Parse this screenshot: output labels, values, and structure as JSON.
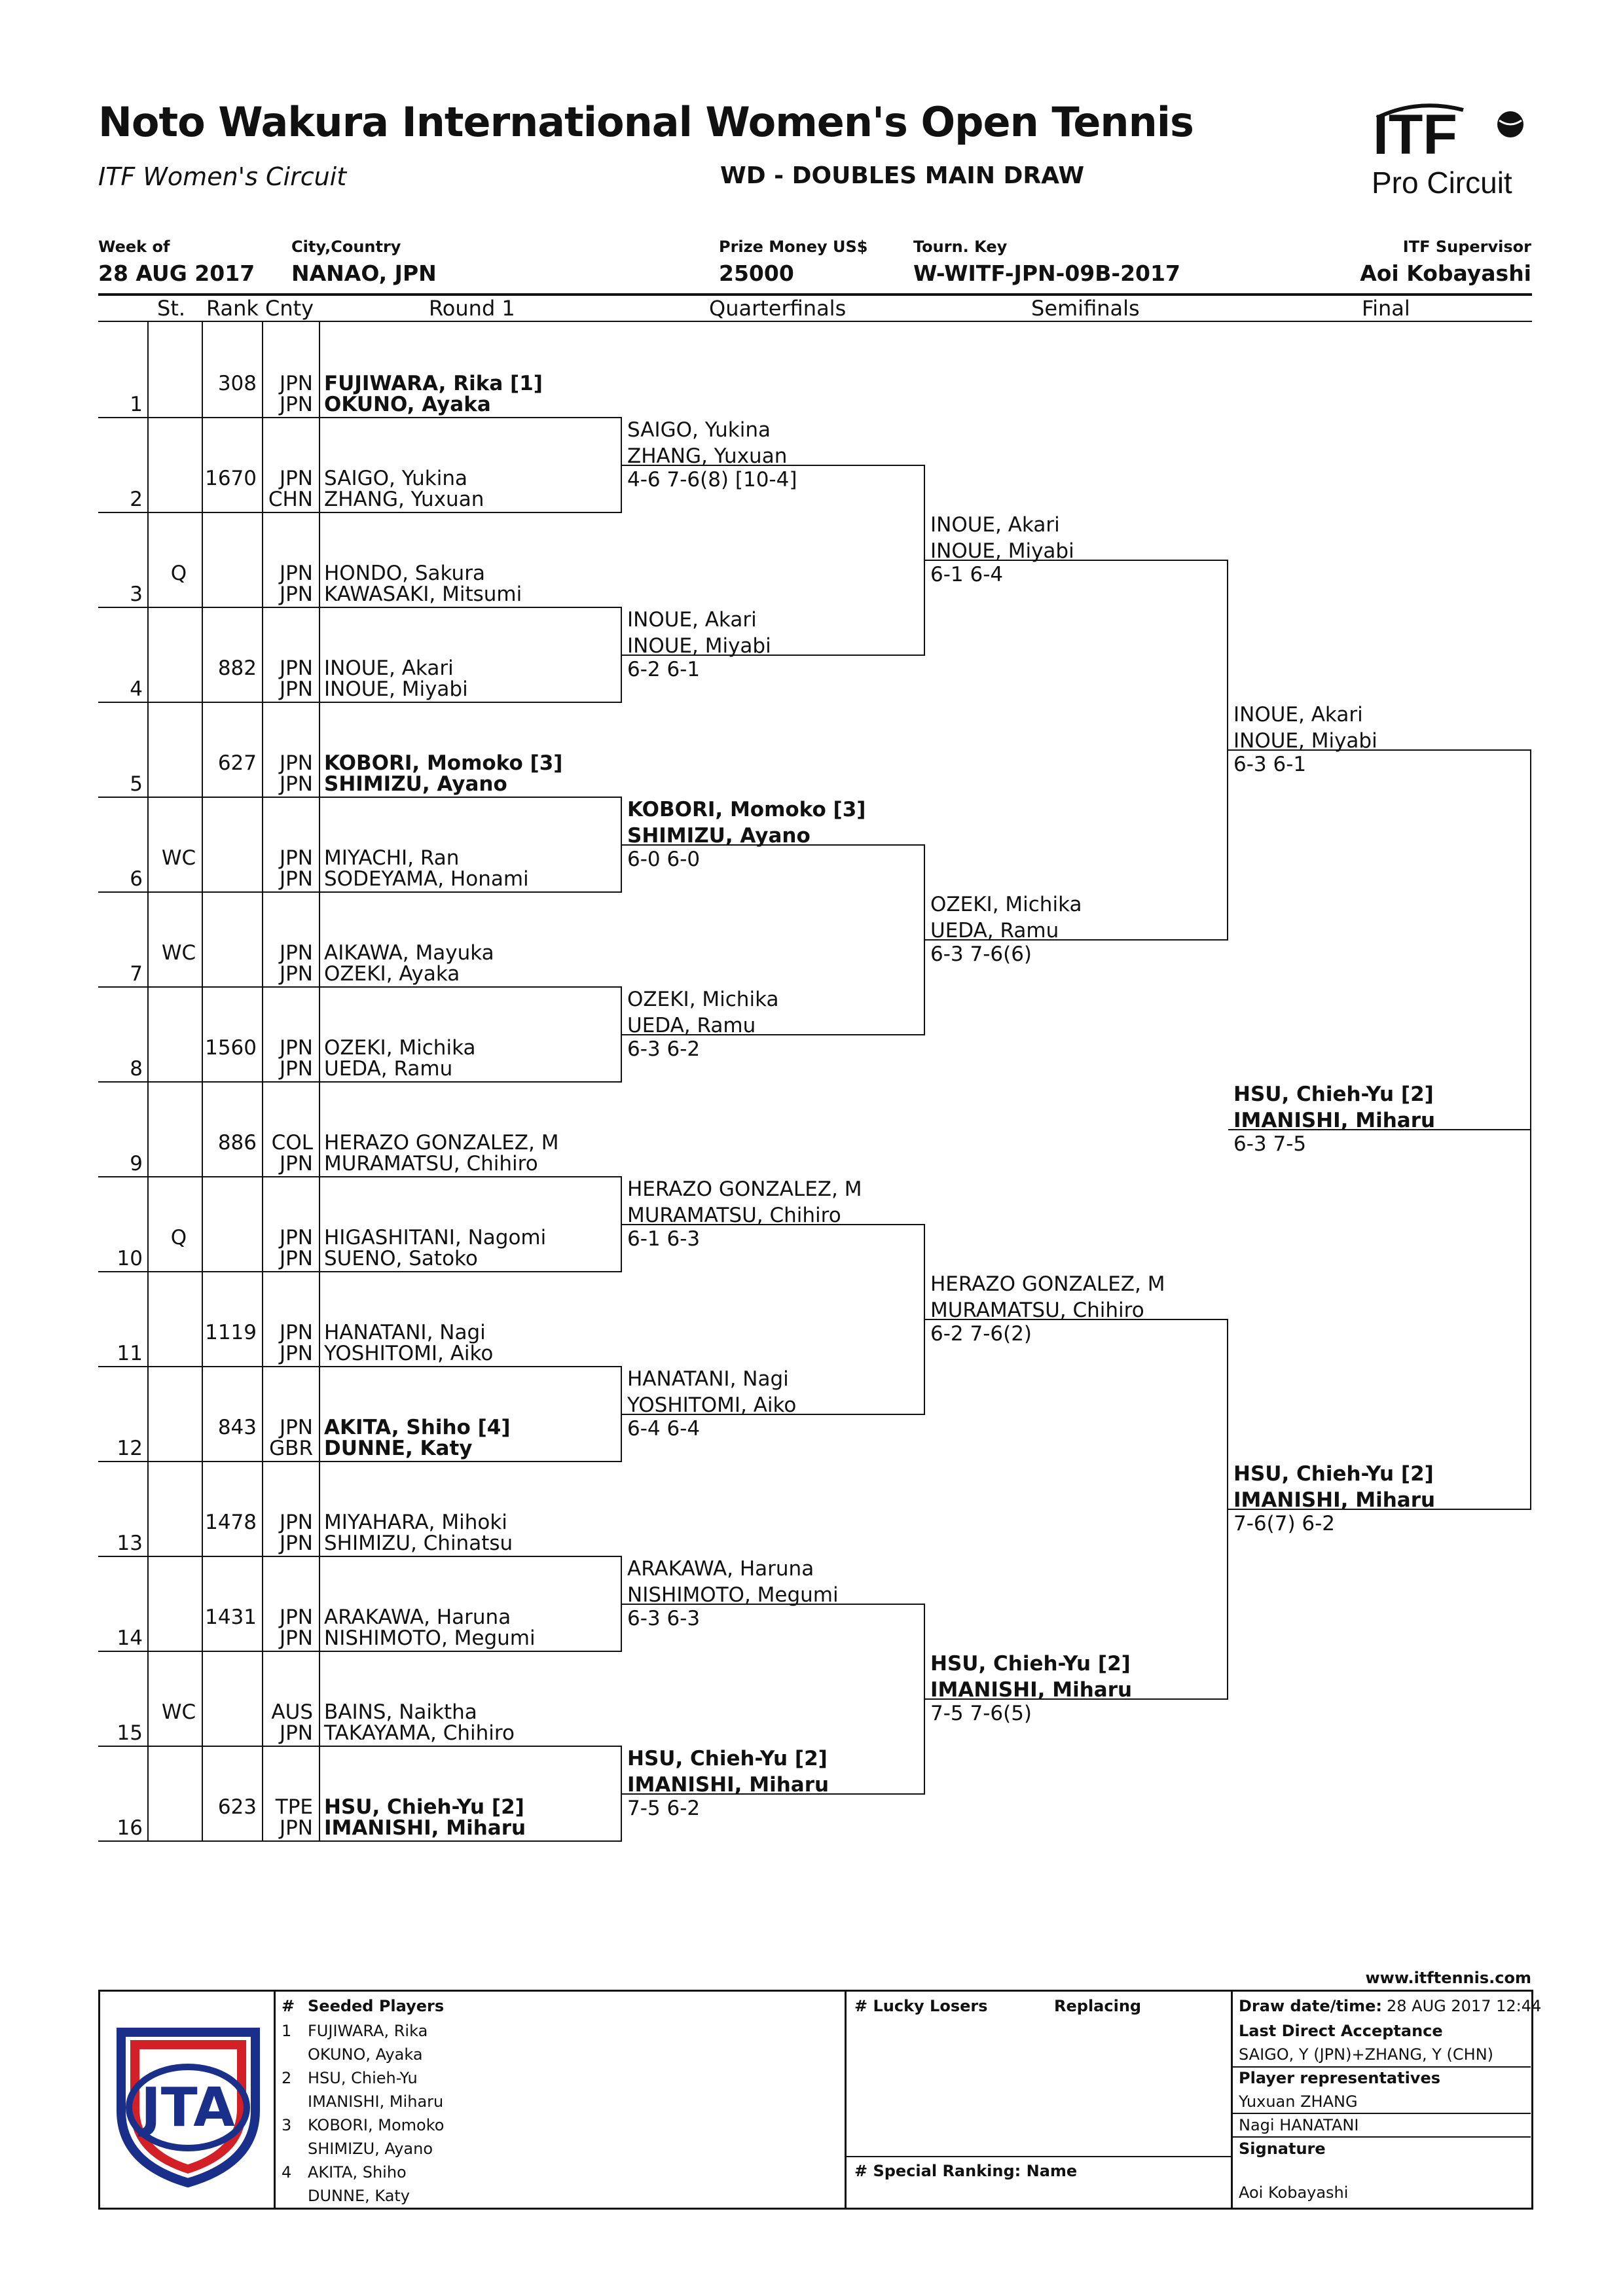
{
  "header": {
    "title": "Noto Wakura International Women's Open Tennis",
    "circuit": "ITF Women's Circuit",
    "draw_type": "WD - DOUBLES MAIN DRAW",
    "logo_top": "ITF",
    "logo_bottom": "Pro Circuit",
    "week_label": "Week of",
    "week_value": "28 AUG 2017",
    "city_label": "City,Country",
    "city_value": "NANAO, JPN",
    "prize_label": "Prize Money US$",
    "prize_value": "25000",
    "key_label": "Tourn. Key",
    "key_value": "W-WITF-JPN-09B-2017",
    "supervisor_label": "ITF Supervisor",
    "supervisor_value": "Aoi Kobayashi"
  },
  "columns": {
    "st": "St.",
    "rank": "Rank",
    "cnty": "Cnty",
    "round1": "Round 1",
    "qf": "Quarterfinals",
    "sf": "Semifinals",
    "final": "Final"
  },
  "draw": [
    {
      "line": "1",
      "status": "",
      "rank": "308",
      "cnty1": "JPN",
      "cnty2": "JPN",
      "p1": "FUJIWARA, Rika [1]",
      "p2": "OKUNO, Ayaka",
      "seeded": true
    },
    {
      "line": "2",
      "status": "",
      "rank": "1670",
      "cnty1": "JPN",
      "cnty2": "CHN",
      "p1": "SAIGO, Yukina",
      "p2": "ZHANG, Yuxuan",
      "seeded": false
    },
    {
      "line": "3",
      "status": "Q",
      "rank": "",
      "cnty1": "JPN",
      "cnty2": "JPN",
      "p1": "HONDO, Sakura",
      "p2": "KAWASAKI, Mitsumi",
      "seeded": false
    },
    {
      "line": "4",
      "status": "",
      "rank": "882",
      "cnty1": "JPN",
      "cnty2": "JPN",
      "p1": "INOUE, Akari",
      "p2": "INOUE, Miyabi",
      "seeded": false
    },
    {
      "line": "5",
      "status": "",
      "rank": "627",
      "cnty1": "JPN",
      "cnty2": "JPN",
      "p1": "KOBORI, Momoko [3]",
      "p2": "SHIMIZU, Ayano",
      "seeded": true
    },
    {
      "line": "6",
      "status": "WC",
      "rank": "",
      "cnty1": "JPN",
      "cnty2": "JPN",
      "p1": "MIYACHI, Ran",
      "p2": "SODEYAMA, Honami",
      "seeded": false
    },
    {
      "line": "7",
      "status": "WC",
      "rank": "",
      "cnty1": "JPN",
      "cnty2": "JPN",
      "p1": "AIKAWA, Mayuka",
      "p2": "OZEKI, Ayaka",
      "seeded": false
    },
    {
      "line": "8",
      "status": "",
      "rank": "1560",
      "cnty1": "JPN",
      "cnty2": "JPN",
      "p1": "OZEKI, Michika",
      "p2": "UEDA, Ramu",
      "seeded": false
    },
    {
      "line": "9",
      "status": "",
      "rank": "886",
      "cnty1": "COL",
      "cnty2": "JPN",
      "p1": "HERAZO GONZALEZ, M",
      "p2": "MURAMATSU, Chihiro",
      "seeded": false
    },
    {
      "line": "10",
      "status": "Q",
      "rank": "",
      "cnty1": "JPN",
      "cnty2": "JPN",
      "p1": "HIGASHITANI, Nagomi",
      "p2": "SUENO, Satoko",
      "seeded": false
    },
    {
      "line": "11",
      "status": "",
      "rank": "1119",
      "cnty1": "JPN",
      "cnty2": "JPN",
      "p1": "HANATANI, Nagi",
      "p2": "YOSHITOMI, Aiko",
      "seeded": false
    },
    {
      "line": "12",
      "status": "",
      "rank": "843",
      "cnty1": "JPN",
      "cnty2": "GBR",
      "p1": "AKITA, Shiho [4]",
      "p2": "DUNNE, Katy",
      "seeded": true
    },
    {
      "line": "13",
      "status": "",
      "rank": "1478",
      "cnty1": "JPN",
      "cnty2": "JPN",
      "p1": "MIYAHARA, Mihoki",
      "p2": "SHIMIZU, Chinatsu",
      "seeded": false
    },
    {
      "line": "14",
      "status": "",
      "rank": "1431",
      "cnty1": "JPN",
      "cnty2": "JPN",
      "p1": "ARAKAWA, Haruna",
      "p2": "NISHIMOTO, Megumi",
      "seeded": false
    },
    {
      "line": "15",
      "status": "WC",
      "rank": "",
      "cnty1": "AUS",
      "cnty2": "JPN",
      "p1": "BAINS, Naiktha",
      "p2": "TAKAYAMA, Chihiro",
      "seeded": false
    },
    {
      "line": "16",
      "status": "",
      "rank": "623",
      "cnty1": "TPE",
      "cnty2": "JPN",
      "p1": "HSU, Chieh-Yu [2]",
      "p2": "IMANISHI, Miharu",
      "seeded": true
    }
  ],
  "quarterfinals": [
    {
      "p1": "SAIGO, Yukina",
      "p2": "ZHANG, Yuxuan",
      "score": "4-6 7-6(8) [10-4]",
      "bold": false
    },
    {
      "p1": "INOUE, Akari",
      "p2": "INOUE, Miyabi",
      "score": "6-2 6-1",
      "bold": false
    },
    {
      "p1": "KOBORI, Momoko [3]",
      "p2": "SHIMIZU, Ayano",
      "score": "6-0 6-0",
      "bold": true
    },
    {
      "p1": "OZEKI, Michika",
      "p2": "UEDA, Ramu",
      "score": "6-3 6-2",
      "bold": false
    },
    {
      "p1": "HERAZO GONZALEZ, M",
      "p2": "MURAMATSU, Chihiro",
      "score": "6-1 6-3",
      "bold": false
    },
    {
      "p1": "HANATANI, Nagi",
      "p2": "YOSHITOMI, Aiko",
      "score": "6-4 6-4",
      "bold": false
    },
    {
      "p1": "ARAKAWA, Haruna",
      "p2": "NISHIMOTO, Megumi",
      "score": "6-3 6-3",
      "bold": false
    },
    {
      "p1": "HSU, Chieh-Yu [2]",
      "p2": "IMANISHI, Miharu",
      "score": "7-5 6-2",
      "bold": true
    }
  ],
  "semifinals": [
    {
      "p1": "INOUE, Akari",
      "p2": "INOUE, Miyabi",
      "score": "6-1 6-4",
      "bold": false
    },
    {
      "p1": "OZEKI, Michika",
      "p2": "UEDA, Ramu",
      "score": "6-3 7-6(6)",
      "bold": false
    },
    {
      "p1": "HERAZO GONZALEZ, M",
      "p2": "MURAMATSU, Chihiro",
      "score": "6-2 7-6(2)",
      "bold": false
    },
    {
      "p1": "HSU, Chieh-Yu [2]",
      "p2": "IMANISHI, Miharu",
      "score": "7-5 7-6(5)",
      "bold": true
    }
  ],
  "finals": [
    {
      "p1": "INOUE, Akari",
      "p2": "INOUE, Miyabi",
      "score": "6-3 6-1",
      "bold": false
    },
    {
      "p1": "HSU, Chieh-Yu [2]",
      "p2": "IMANISHI, Miharu",
      "score": "7-6(7) 6-2",
      "bold": true
    }
  ],
  "winner": {
    "p1": "HSU, Chieh-Yu [2]",
    "p2": "IMANISHI, Miharu",
    "score": "6-3 7-5"
  },
  "footer": {
    "website": "www.itftennis.com",
    "seeded_header": "Seeded Players",
    "hash": "#",
    "seeds": [
      {
        "n": "1",
        "a": "FUJIWARA, Rika",
        "b": "OKUNO, Ayaka"
      },
      {
        "n": "2",
        "a": "HSU, Chieh-Yu",
        "b": "IMANISHI, Miharu"
      },
      {
        "n": "3",
        "a": "KOBORI, Momoko",
        "b": "SHIMIZU, Ayano"
      },
      {
        "n": "4",
        "a": "AKITA, Shiho",
        "b": "DUNNE, Katy"
      }
    ],
    "lucky_losers": "# Lucky Losers",
    "replacing": "Replacing",
    "special_ranking": "# Special Ranking: Name",
    "draw_date_label": "Draw date/time:",
    "draw_date_value": "28 AUG 2017 12:44",
    "lda_label": "Last Direct Acceptance",
    "lda_value": "SAIGO, Y (JPN)+ZHANG, Y (CHN)",
    "reps_label": "Player representatives",
    "rep1": "Yuxuan ZHANG",
    "rep2": "Nagi HANATANI",
    "signature_label": "Signature",
    "signature_value": "Aoi Kobayashi",
    "jta_logo_text": "JTA"
  }
}
